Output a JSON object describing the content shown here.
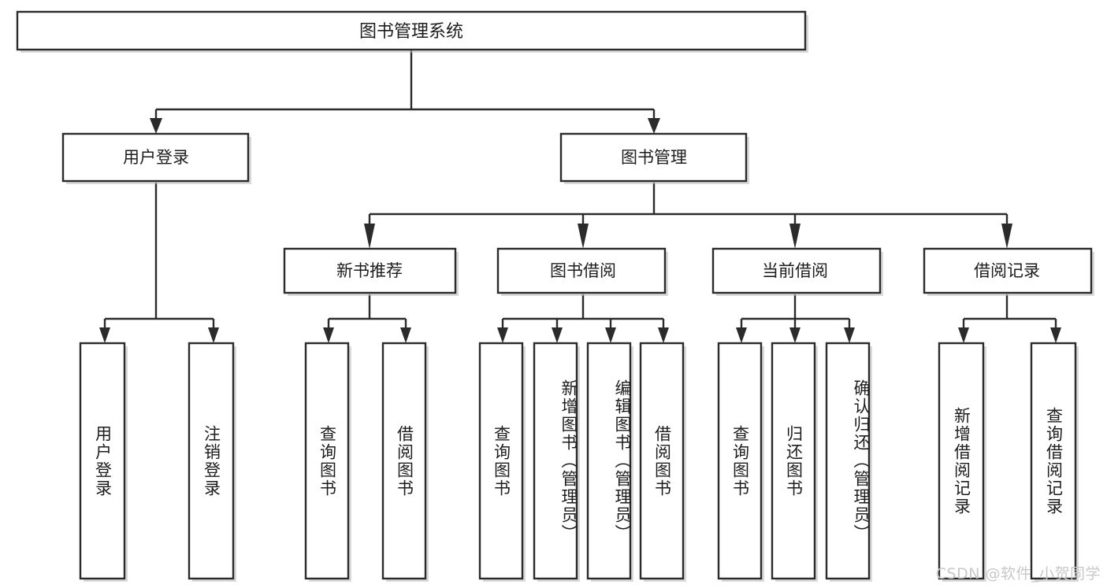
{
  "diagram": {
    "type": "tree-hierarchy-chart",
    "title": "图书管理系统",
    "watermark": "CSDN @软件_小贺同学",
    "colors": {
      "box_stroke": "#2b2b2b",
      "box_fill": "#ffffff",
      "text": "#1d1d1d",
      "shadow": "#b9b9b9",
      "watermark": "#c8c8c8",
      "background": "#ffffff"
    },
    "levels": [
      {
        "level": 0,
        "nodes": [
          {
            "id": "root",
            "label": "图书管理系统",
            "orientation": "horizontal"
          }
        ]
      },
      {
        "level": 1,
        "nodes": [
          {
            "id": "l1-login",
            "label": "用户登录",
            "orientation": "horizontal",
            "parent": "root"
          },
          {
            "id": "l1-bookmgmt",
            "label": "图书管理",
            "orientation": "horizontal",
            "parent": "root"
          }
        ]
      },
      {
        "level": 2,
        "nodes": [
          {
            "id": "l2-newbook",
            "label": "新书推荐",
            "orientation": "horizontal",
            "parent": "l1-bookmgmt"
          },
          {
            "id": "l2-borrow",
            "label": "图书借阅",
            "orientation": "horizontal",
            "parent": "l1-bookmgmt"
          },
          {
            "id": "l2-current",
            "label": "当前借阅",
            "orientation": "horizontal",
            "parent": "l1-bookmgmt"
          },
          {
            "id": "l2-record",
            "label": "借阅记录",
            "orientation": "horizontal",
            "parent": "l1-bookmgmt"
          }
        ]
      },
      {
        "level": 3,
        "nodes": [
          {
            "id": "leaf-1",
            "label": "用户登录",
            "orientation": "vertical",
            "parent": "l1-login"
          },
          {
            "id": "leaf-2",
            "label": "注销登录",
            "orientation": "vertical",
            "parent": "l1-login"
          },
          {
            "id": "leaf-3",
            "label": "查询图书",
            "orientation": "vertical",
            "parent": "l2-newbook"
          },
          {
            "id": "leaf-4",
            "label": "借阅图书",
            "orientation": "vertical",
            "parent": "l2-newbook"
          },
          {
            "id": "leaf-5",
            "label": "查询图书",
            "orientation": "vertical",
            "parent": "l2-borrow"
          },
          {
            "id": "leaf-6",
            "label": "新增图书（管理员）",
            "orientation": "vertical",
            "parent": "l2-borrow"
          },
          {
            "id": "leaf-7",
            "label": "编辑图书（管理员）",
            "orientation": "vertical",
            "parent": "l2-borrow"
          },
          {
            "id": "leaf-8",
            "label": "借阅图书",
            "orientation": "vertical",
            "parent": "l2-borrow"
          },
          {
            "id": "leaf-9",
            "label": "查询图书",
            "orientation": "vertical",
            "parent": "l2-current"
          },
          {
            "id": "leaf-10",
            "label": "归还图书",
            "orientation": "vertical",
            "parent": "l2-current"
          },
          {
            "id": "leaf-11",
            "label": "确认归还（管理员）",
            "orientation": "vertical",
            "parent": "l2-current"
          },
          {
            "id": "leaf-12",
            "label": "新增借阅记录",
            "orientation": "vertical",
            "parent": "l2-record"
          },
          {
            "id": "leaf-13",
            "label": "查询借阅记录",
            "orientation": "vertical",
            "parent": "l2-record"
          }
        ]
      }
    ]
  }
}
